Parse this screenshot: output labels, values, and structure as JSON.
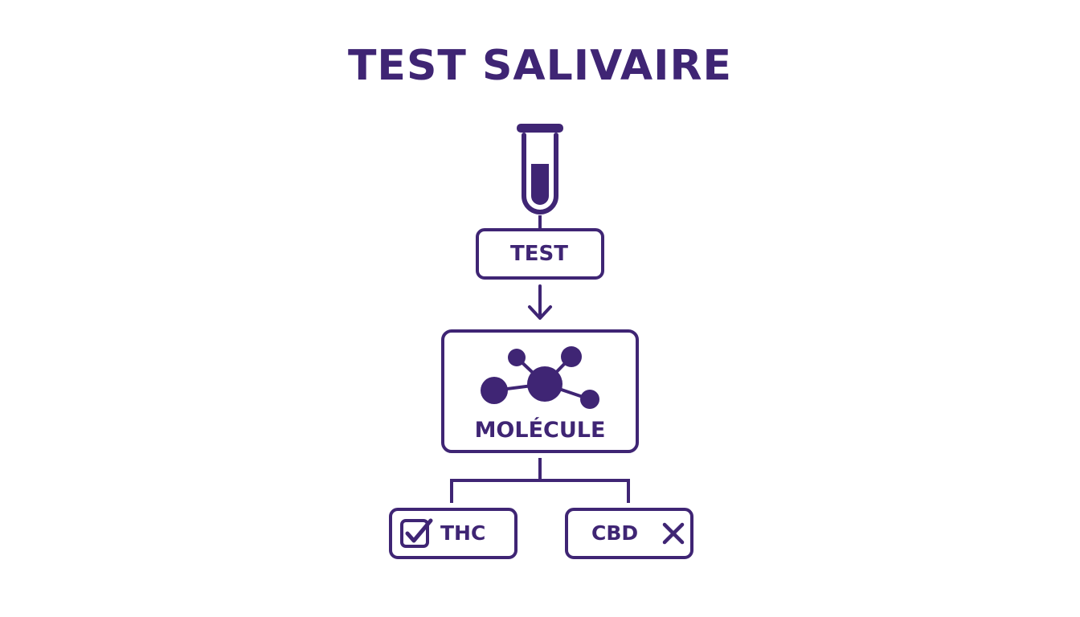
{
  "title": "TEST SALIVAIRE",
  "accent_color": "#3f2574",
  "background_color": "#ffffff",
  "nodes": {
    "test": {
      "label": "TEST"
    },
    "molecule": {
      "label": "MOLÉCULE",
      "icon": "molecule-icon"
    },
    "thc": {
      "label": "THC",
      "icon": "checkbox-checked-icon"
    },
    "cbd": {
      "label": "CBD",
      "icon": "x-mark-icon"
    }
  },
  "top_icon": "test-tube-icon",
  "edges": [
    {
      "from": "test-tube",
      "to": "test"
    },
    {
      "from": "test",
      "to": "molecule",
      "style": "arrow"
    },
    {
      "from": "molecule",
      "to": "thc"
    },
    {
      "from": "molecule",
      "to": "cbd"
    }
  ]
}
